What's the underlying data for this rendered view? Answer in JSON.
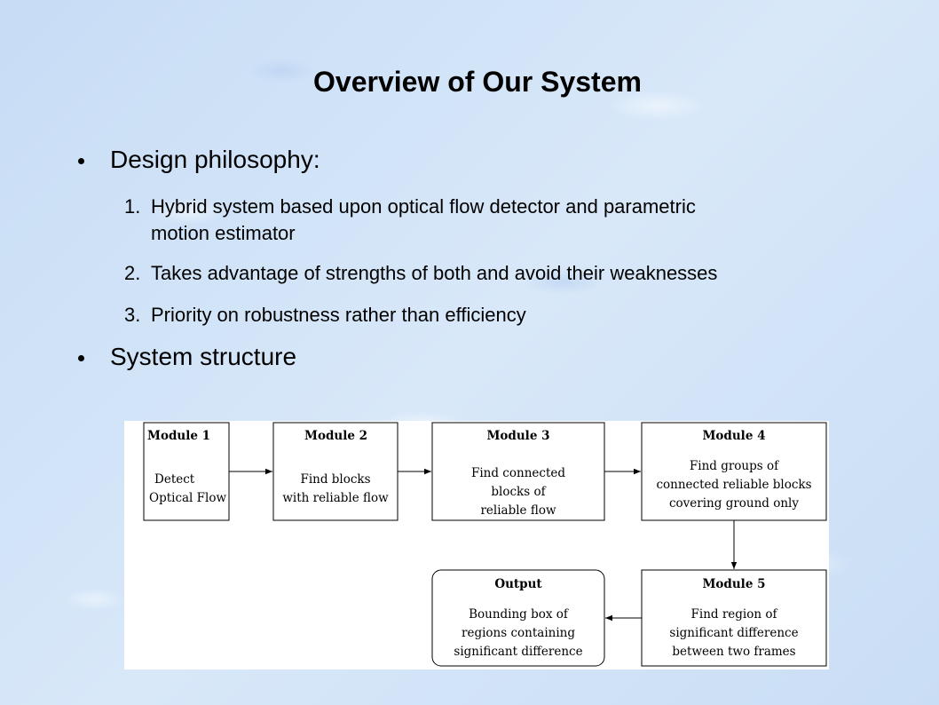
{
  "title": "Overview of Our System",
  "bullets": [
    {
      "text": "Design philosophy:"
    },
    {
      "text": "System structure"
    }
  ],
  "items": [
    {
      "num": "1.",
      "lines": [
        "Hybrid system based upon optical flow detector and parametric",
        "motion estimator"
      ]
    },
    {
      "num": "2.",
      "lines": [
        "Takes advantage of strengths of both and avoid their weaknesses"
      ]
    },
    {
      "num": "3.",
      "lines": [
        "Priority on robustness rather than efficiency"
      ]
    }
  ],
  "diagram": {
    "modules": [
      {
        "head": "Module 1",
        "lines": [
          "Detect",
          "Optical Flow"
        ]
      },
      {
        "head": "Module 2",
        "lines": [
          "Find blocks",
          "with reliable flow"
        ]
      },
      {
        "head": "Module 3",
        "lines": [
          "Find connected",
          "blocks of",
          "reliable flow"
        ]
      },
      {
        "head": "Module 4",
        "lines": [
          "Find groups of",
          "connected reliable blocks",
          "covering ground only"
        ]
      },
      {
        "head": "Module 5",
        "lines": [
          "Find region of",
          "significant difference",
          "between two frames"
        ]
      },
      {
        "head": "Output",
        "lines": [
          "Bounding box of",
          "regions containing",
          "significant difference"
        ]
      }
    ]
  }
}
